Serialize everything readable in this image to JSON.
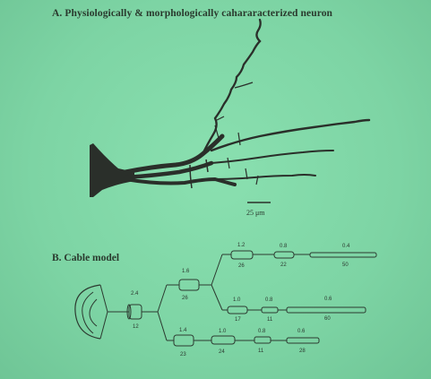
{
  "panel_a": {
    "title": "A.  Physiologically & morphologically cahararacterized neuron",
    "scale_bar_label": "25 μm"
  },
  "panel_b": {
    "title": "B.  Cable model",
    "segments": [
      {
        "diameter": "2.4",
        "length": "12"
      },
      {
        "diameter": "1.6",
        "length": "26"
      },
      {
        "diameter": "1.2",
        "length": "26"
      },
      {
        "diameter": "0.8",
        "length": "22"
      },
      {
        "diameter": "0.4",
        "length": "50"
      },
      {
        "diameter": "1.0",
        "length": "17"
      },
      {
        "diameter": "0.8",
        "length": "11"
      },
      {
        "diameter": "0.6",
        "length": "60"
      },
      {
        "diameter": "1.4",
        "length": "23"
      },
      {
        "diameter": "1.0",
        "length": "24"
      },
      {
        "diameter": "0.8",
        "length": "11"
      },
      {
        "diameter": "0.6",
        "length": "28"
      }
    ]
  },
  "colors": {
    "background": "#82d8a8",
    "ink": "#2a3a2e"
  }
}
